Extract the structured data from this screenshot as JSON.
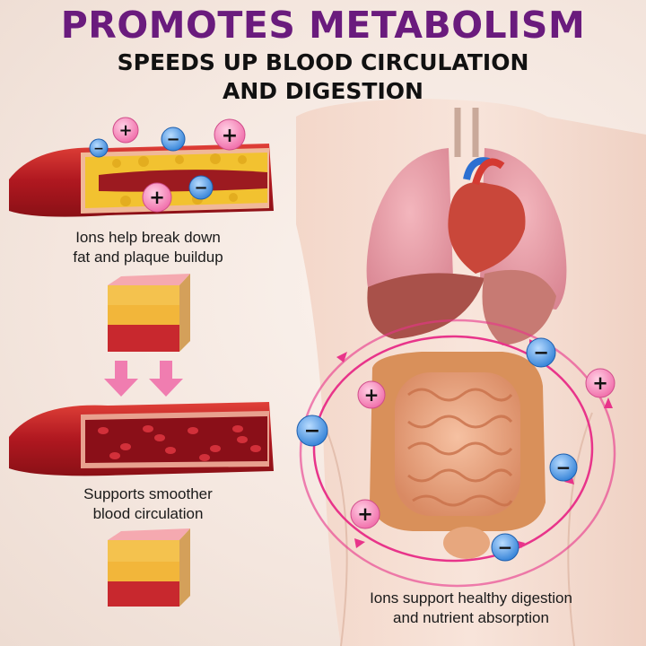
{
  "title": "PROMOTES METABOLISM",
  "subtitle_line1": "SPEEDS UP BLOOD CIRCULATION",
  "subtitle_line2": "AND DIGESTION",
  "captions": {
    "plaque": [
      "Ions help break down",
      "fat and plaque buildup"
    ],
    "circulation": [
      "Supports smoother",
      "blood circulation"
    ],
    "digestion": [
      "Ions support healthy digestion",
      "and nutrient absorption"
    ]
  },
  "ion_symbols": {
    "positive": "+",
    "negative": "−"
  },
  "colors": {
    "title": "#6a1b7d",
    "positive_ion": "#f06aa8",
    "negative_ion": "#2f7fd6",
    "artery": "#c8202a",
    "plaque": "#f2c230",
    "orbit": "#e8348a"
  }
}
